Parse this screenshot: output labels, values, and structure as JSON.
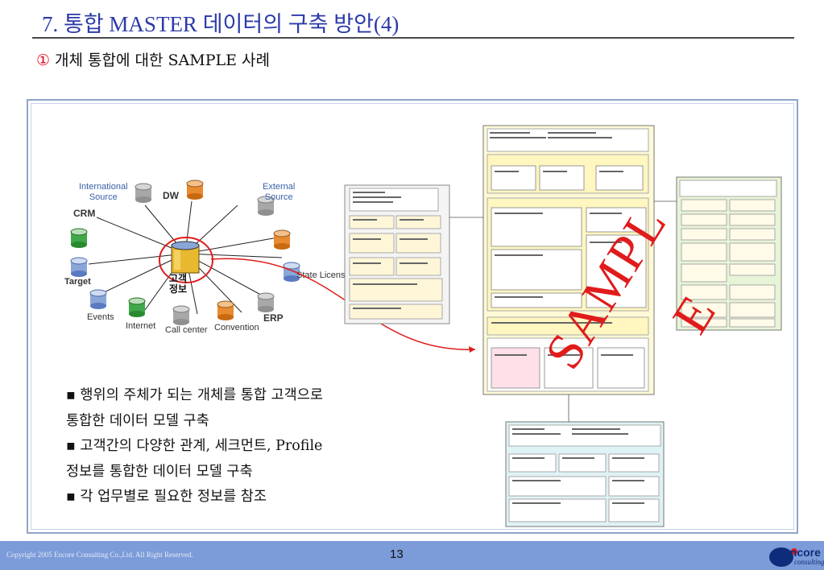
{
  "title": "7. 통합 MASTER 데이터의 구축 방안(4)",
  "subtitle": {
    "marker": "①",
    "text": "개체 통합에 대한 SAMPLE 사례"
  },
  "hub": {
    "label_line1": "고객",
    "label_line2": "정보"
  },
  "sources": {
    "international": "International",
    "international2": "Source",
    "dw": "DW",
    "external": "External",
    "external2": "Source",
    "crm": "CRM",
    "target": "Target",
    "state_license": "State License",
    "events": "Events",
    "internet": "Internet",
    "call_center": "Call center",
    "convention": "Convention",
    "erp": "ERP"
  },
  "bullets": [
    "▪ 행위의 주체가 되는 개체를 통합 고객으로",
    "통합한 데이터 모델 구축",
    "▪ 고객간의 다양한 관계, 세크먼트, Profile",
    "정보를 통합한 데이터 모델 구축",
    "▪ 각 업무별로 필요한 정보를 참조"
  ],
  "watermark": {
    "line1": "SAMPL",
    "line2": "E"
  },
  "footer": {
    "copyright": "Copyright 2005 Encore Consulting Co.,Ltd. All Right Reserved.",
    "page_number": "13",
    "logo_text": "encore",
    "logo_sub": "consulting"
  },
  "colors": {
    "title": "#2b3aa8",
    "accent_red": "#e01b1b",
    "footer": "#7b9bd9",
    "frame": "#8fa5c8"
  }
}
